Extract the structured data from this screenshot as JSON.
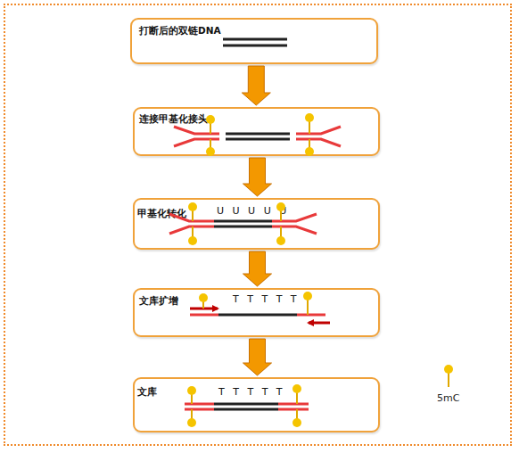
{
  "diagram": {
    "nodes": [
      {
        "text": [
          "打断后的双链DNA"
        ]
      },
      {
        "text": [
          "连接甲基化接头"
        ]
      },
      {
        "text": [
          "甲基化转化",
          "U U U U U"
        ]
      },
      {
        "text": [
          "文库扩增",
          "T T T T T"
        ]
      },
      {
        "text": [
          "文库",
          "T T T T T"
        ]
      }
    ],
    "edges": [
      {
        "from": 0,
        "to": 1,
        "arrow": "to"
      },
      {
        "from": 1,
        "to": 2,
        "arrow": "to"
      },
      {
        "from": 2,
        "to": 3,
        "arrow": "to"
      },
      {
        "from": 3,
        "to": 4,
        "arrow": "to"
      }
    ],
    "legend": [
      {
        "text": "5mC"
      }
    ]
  }
}
